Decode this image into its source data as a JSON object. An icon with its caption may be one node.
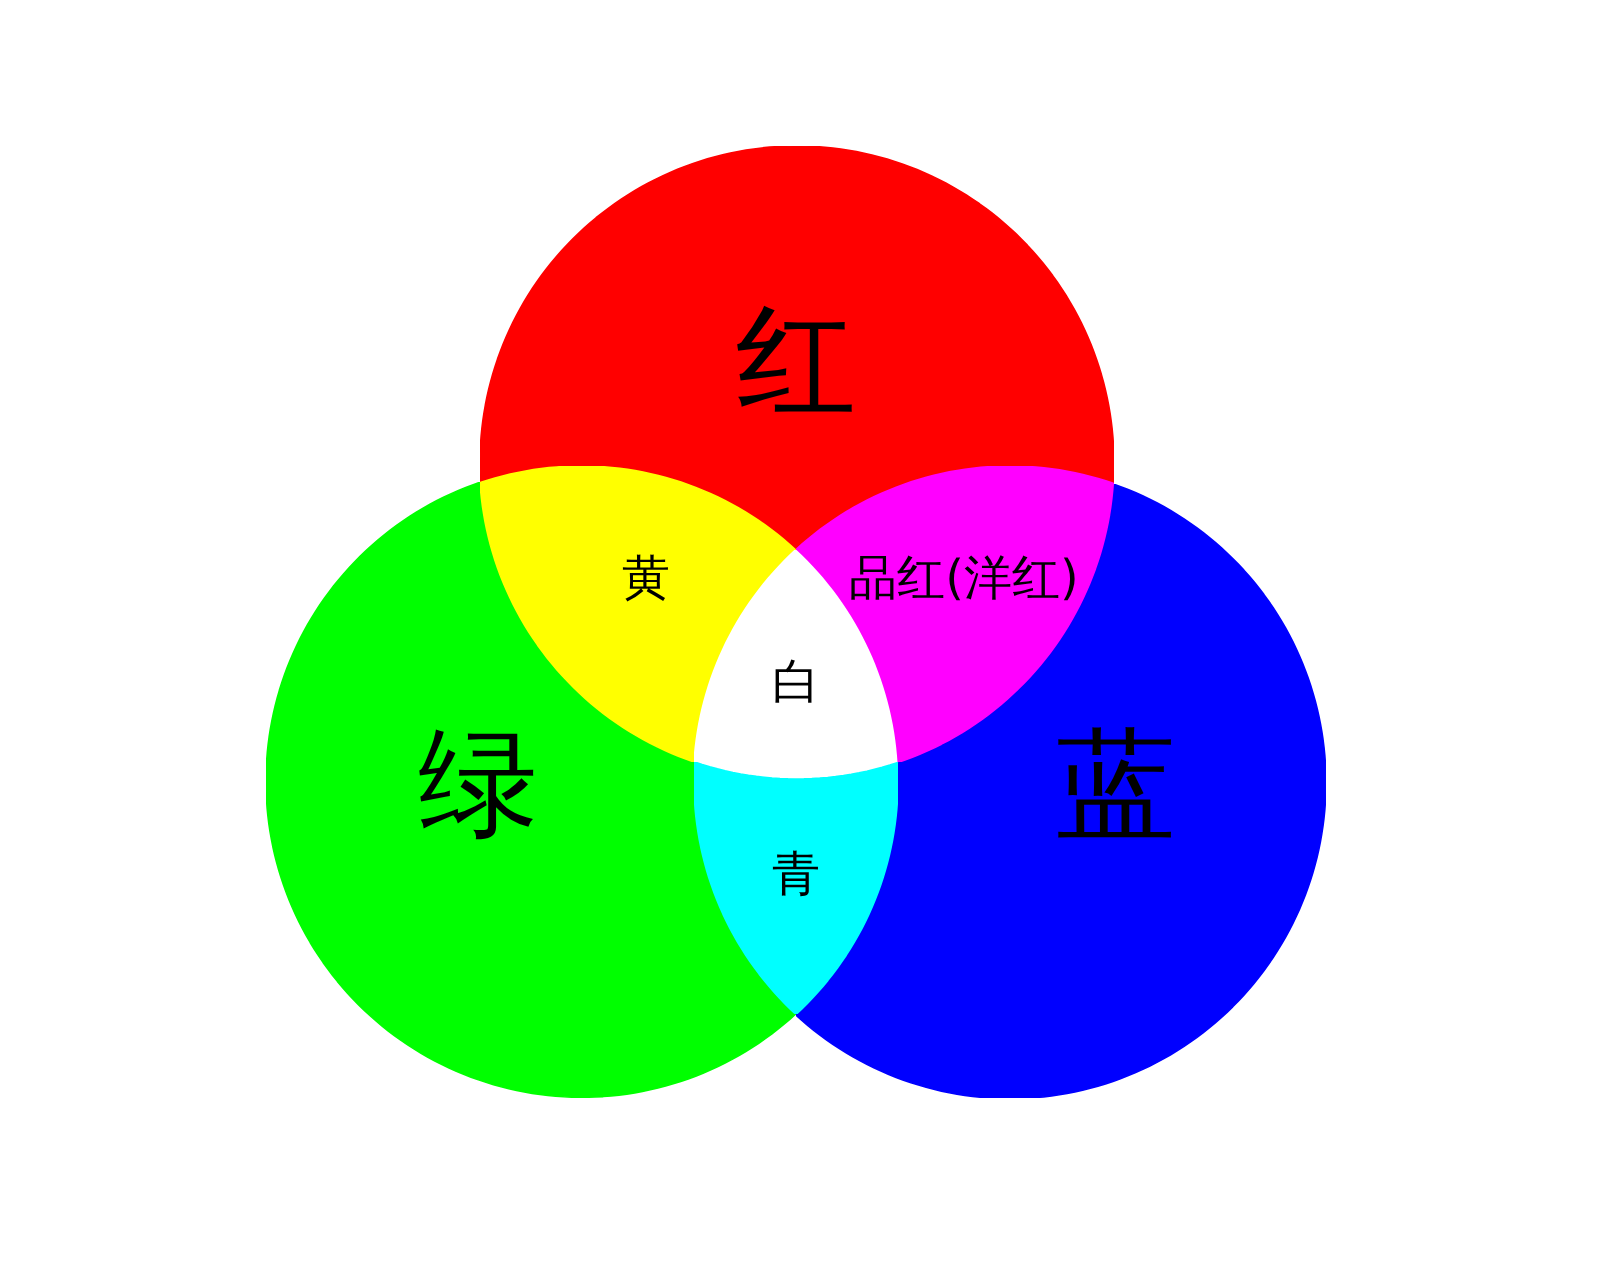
{
  "diagram": {
    "nodes": [
      {
        "text": [
          "红"
        ]
      },
      {
        "text": [
          "绿"
        ]
      },
      {
        "text": [
          "蓝"
        ]
      },
      {
        "text": [
          "黄"
        ]
      },
      {
        "text": [
          "品红(洋红)"
        ]
      },
      {
        "text": [
          "白"
        ]
      },
      {
        "text": [
          "青"
        ]
      }
    ]
  }
}
